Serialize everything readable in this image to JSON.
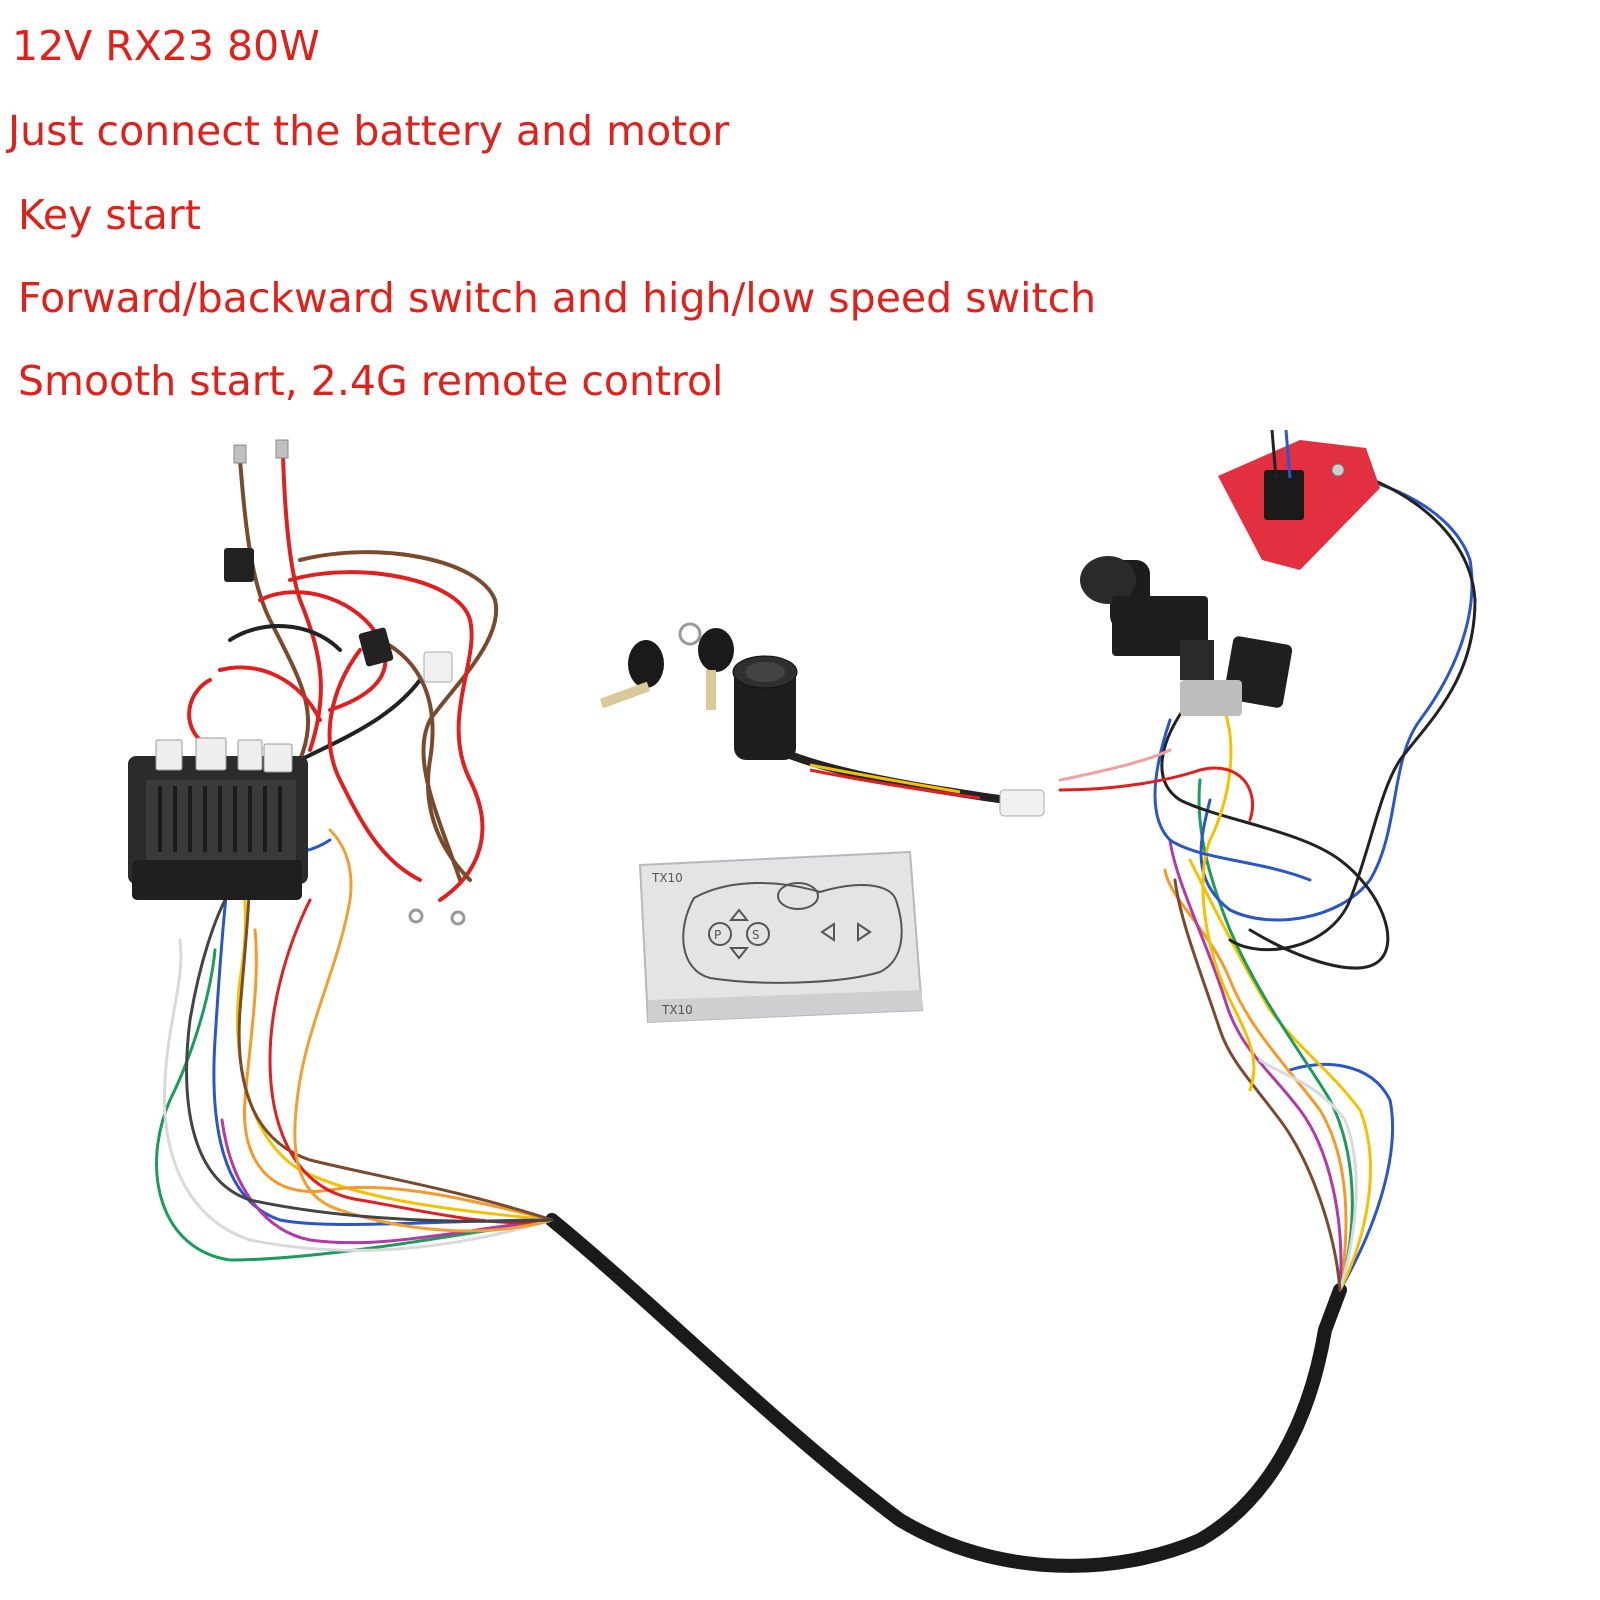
{
  "caption": {
    "line1": "12V RX23 80W",
    "line2": "Just connect the battery and motor",
    "line3": "Key start",
    "line4": "Forward/backward switch and high/low speed switch",
    "line5": "Smooth start, 2.4G remote control"
  },
  "remote_box": {
    "model_label_top": "TX10",
    "model_label_side": "TX10",
    "button_p": "P",
    "button_s": "S"
  },
  "colors": {
    "caption_text": "#e0201b",
    "controller_body": "#2b2b2b",
    "foot_pedal": "#e33040",
    "harness_sleeve": "#1a1a1a"
  }
}
